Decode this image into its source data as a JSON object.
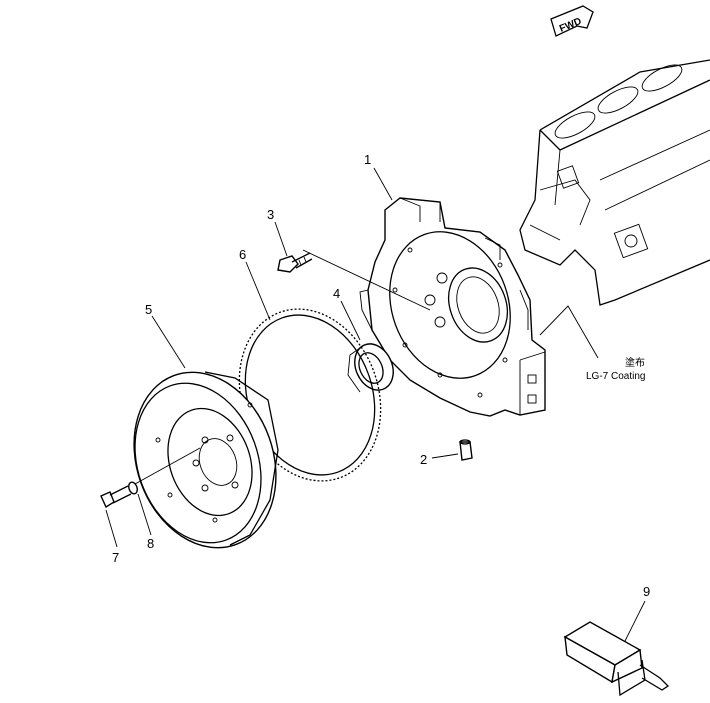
{
  "direction_marker": {
    "label": "FWD",
    "icon": "forward-arrow-icon"
  },
  "coating_note": {
    "japanese": "塗布",
    "english": "LG-7 Coating"
  },
  "callouts": [
    "1",
    "2",
    "3",
    "4",
    "5",
    "6",
    "7",
    "8",
    "9"
  ]
}
